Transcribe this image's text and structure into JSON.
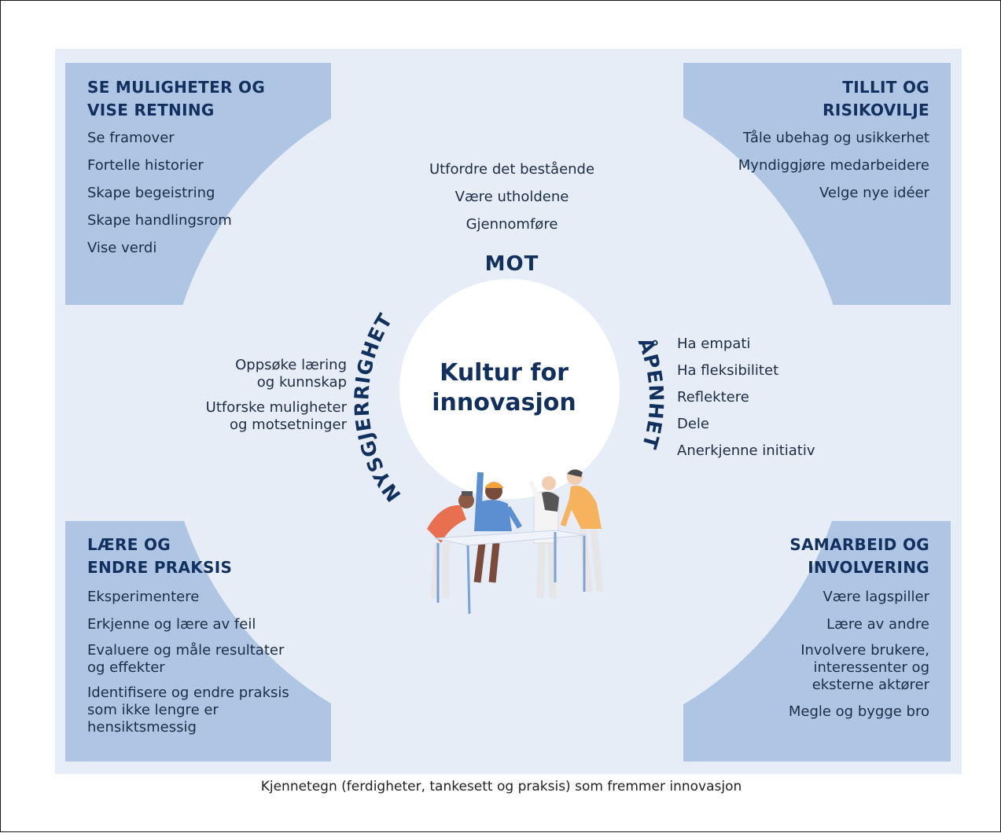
{
  "colors": {
    "panel_bg": "#e7edf6",
    "corner_box": "#aec6e4",
    "circle": "#ffffff",
    "heading": "#11305e",
    "text": "#1b2d45"
  },
  "center": {
    "line1": "Kultur for",
    "line2": "innovasjon"
  },
  "arc_labels": {
    "mot": "MOT",
    "nysgjerrighet": "NYSGJERRIGHET",
    "apenhet": "ÅPENHET"
  },
  "mot": {
    "items": [
      "Utfordre det bestående",
      "Være utholdene",
      "Gjennomføre"
    ]
  },
  "nysgjerrighet": {
    "items": [
      {
        "line1": "Oppsøke læring",
        "line2": "og kunnskap"
      },
      {
        "line1": "Utforske muligheter",
        "line2": "og motsetninger"
      }
    ]
  },
  "apenhet": {
    "items": [
      "Ha empati",
      "Ha fleksibilitet",
      "Reflektere",
      "Dele",
      "Anerkjenne initiativ"
    ]
  },
  "boxes": {
    "top_left": {
      "title1": "SE MULIGHETER OG",
      "title2": "VISE RETNING",
      "items": [
        "Se framover",
        "Fortelle historier",
        "Skape begeistring",
        "Skape handlingsrom",
        "Vise verdi"
      ]
    },
    "top_right": {
      "title1": "TILLIT OG",
      "title2": "RISIKOVILJE",
      "items": [
        "Tåle ubehag og usikkerhet",
        "Myndiggjøre medarbeidere",
        "Velge nye idéer"
      ]
    },
    "bottom_left": {
      "title1": "LÆRE OG",
      "title2": "ENDRE PRAKSIS",
      "items": [
        {
          "lines": [
            "Eksperimentere"
          ]
        },
        {
          "lines": [
            "Erkjenne og lære av feil"
          ]
        },
        {
          "lines": [
            "Evaluere og måle resultater",
            "og effekter"
          ]
        },
        {
          "lines": [
            "Identifisere og endre praksis",
            "som ikke lengre er",
            "hensiktsmessig"
          ]
        }
      ]
    },
    "bottom_right": {
      "title1": "SAMARBEID OG",
      "title2": "INVOLVERING",
      "items": [
        {
          "lines": [
            "Være lagspiller"
          ]
        },
        {
          "lines": [
            "Lære av andre"
          ]
        },
        {
          "lines": [
            "Involvere brukere,",
            "interessenter og",
            "eksterne aktører"
          ]
        },
        {
          "lines": [
            "Megle og bygge bro"
          ]
        }
      ]
    }
  },
  "caption": "Kjennetegn (ferdigheter, tankesett og praksis) som fremmer innovasjon"
}
